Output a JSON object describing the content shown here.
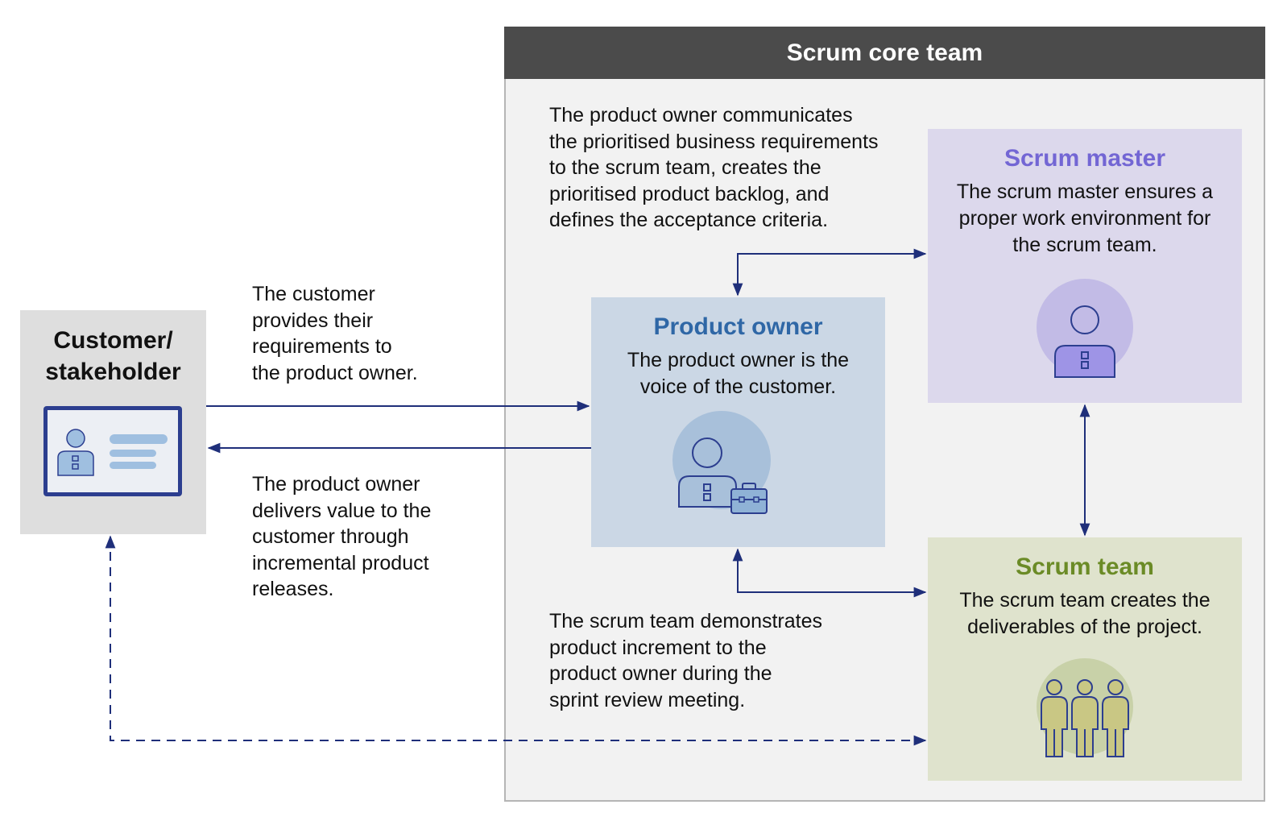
{
  "core_team": {
    "title": "Scrum core team"
  },
  "customer": {
    "title": "Customer/\nstakeholder"
  },
  "product_owner": {
    "title": "Product owner",
    "description": "The product owner is the voice of the customer."
  },
  "scrum_master": {
    "title": "Scrum master",
    "description": "The scrum master ensures a proper work environment for the scrum team."
  },
  "scrum_team": {
    "title": "Scrum team",
    "description": "The scrum team creates the deliverables of the project."
  },
  "annotations": {
    "po_communicates": "The product owner communicates\nthe prioritised business requirements\nto the scrum team, creates the\nprioritised product backlog, and\ndefines the acceptance criteria.",
    "customer_provides": "The customer\nprovides their\nrequirements to\nthe product owner.",
    "po_delivers": "The product owner\ndelivers value to the\ncustomer through\nincremental product\nreleases.",
    "team_demonstrates": "The scrum team demonstrates\nproduct increment to the\nproduct owner during the\nsprint review meeting."
  },
  "colors": {
    "header_bg": "#4b4b4b",
    "arrow": "#1f2f7a",
    "product_owner_title": "#2f67a6",
    "scrum_master_title": "#7366d4",
    "scrum_team_title": "#6b8b26"
  }
}
